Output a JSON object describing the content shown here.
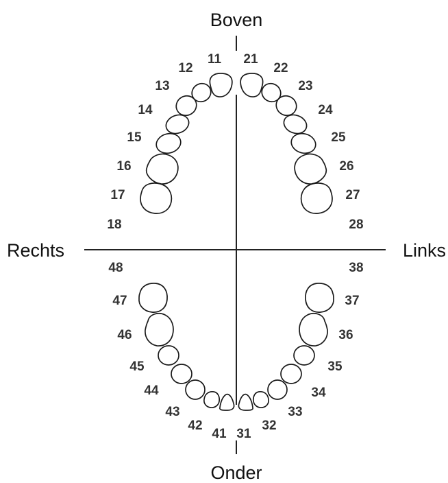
{
  "labels": {
    "top": "Boven",
    "bottom": "Onder",
    "left": "Rechts",
    "right": "Links"
  },
  "teeth": {
    "upper_right": [
      "11",
      "12",
      "13",
      "14",
      "15",
      "16",
      "17",
      "18"
    ],
    "upper_left": [
      "21",
      "22",
      "23",
      "24",
      "25",
      "26",
      "27",
      "28"
    ],
    "lower_left": [
      "31",
      "32",
      "33",
      "34",
      "35",
      "36",
      "37",
      "38"
    ],
    "lower_right": [
      "41",
      "42",
      "43",
      "44",
      "45",
      "46",
      "47",
      "48"
    ]
  },
  "colors": {
    "line": "#222222",
    "tooth_outline": "#1a1a1a",
    "number_text": "#333333"
  }
}
